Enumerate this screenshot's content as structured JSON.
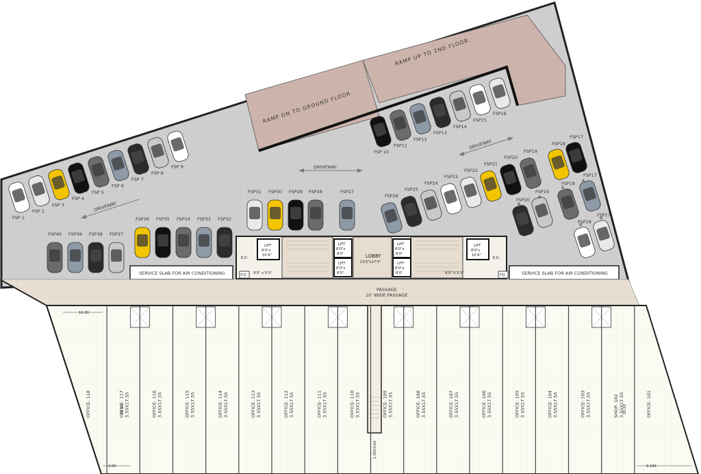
{
  "ramps": {
    "ramp_down": "RAMP DN TO GROUND FLOOR",
    "ramp_up": "RAMP UP TO 2ND FLOOR"
  },
  "driveways": [
    "DRIVEWAY",
    "DRIVEWAY",
    "DRIVEWAY"
  ],
  "parking": {
    "row_left_top": [
      "FSP 1",
      "FSP 2",
      "FSP 3",
      "FSP 4",
      "FSP 5",
      "FSP 6",
      "FSP 7",
      "FSP 8",
      "FSP 9"
    ],
    "row_ramp": [
      "FSP 10",
      "FSP11",
      "FSP12",
      "FSP13",
      "FSP14",
      "FSP15",
      "FSP16"
    ],
    "row_center_upper": [
      "FSP31",
      "FSP30",
      "FSP29",
      "FSP28",
      "FSP27"
    ],
    "row_left_lower": [
      "FSP36",
      "FSP35",
      "FSP34",
      "FSP33",
      "FSP32"
    ],
    "row_far_left": [
      "FSP40",
      "FSP39",
      "FSP38",
      "FSP37"
    ],
    "row_right_center": [
      "FSP26",
      "FSP25",
      "FSP24",
      "FSP23",
      "FSP22",
      "FSP21",
      "FSP20",
      "FSP19"
    ],
    "right_cluster": [
      "FSP18",
      "FSP17",
      "FSP18",
      "FSP17",
      "FSP20",
      "FSP19",
      "FSP18",
      "FSP17"
    ],
    "tandem_marks": [
      "A",
      "A",
      "A",
      "A",
      "B",
      "B"
    ]
  },
  "core": {
    "lift_left": "LIFT",
    "lift_left_size": "8'0\"x",
    "lift_left_size2": "10'4\"",
    "lift_center_a": "LIFT",
    "lift_center_a_size": "8'0\"x",
    "lift_center_a_size2": "8'0\"",
    "lift_center_b": "LIFT",
    "lift_center_b_size": "8'0\"x",
    "lift_center_b_size2": "8'0\"",
    "lift_right_a": "LIFT",
    "lift_right_a_size": "8'0\"x",
    "lift_right_a_size2": "8'0\"",
    "lift_right_b": "LIFT",
    "lift_right_b_size": "8'0\"x",
    "lift_right_b_size2": "8'0\"",
    "lift_far_right": "LIFT",
    "lift_far_right_size": "8'0\"x",
    "lift_far_right_size2": "10'4\"",
    "lobby": "LOBBY",
    "lobby_size": "13'5\"x17'5\"",
    "stair_left_size": "9'0\" x 5'3\"",
    "stair_right_size": "9'0\" X 5'3\"",
    "ed_left": "E.D",
    "ed_right": "E.D",
    "fd_left": "F.D",
    "fd_right": "F.D"
  },
  "service_slab_left": "SERVICE SLAB FOR AIR CONDITIONING",
  "service_slab_right": "SERVICE SLAB FOR AIR CONDITIONING",
  "passage": "PASSAGE",
  "passage_width": "10' WIDE PASSAGE",
  "dimensions": {
    "top_left": "10.30",
    "left_depth": "20.20",
    "right_depth": "20.20",
    "bottom_left": "3.60",
    "bottom_right": "9.246",
    "corridor": "1.95X4.60"
  },
  "offices": [
    {
      "name": "OFFICE- 118",
      "size": ""
    },
    {
      "name": "OFFICE- 117",
      "size": "3.55X17.55"
    },
    {
      "name": "OFFICE- 116",
      "size": "3.55X17.55"
    },
    {
      "name": "OFFICE- 115",
      "size": "3.55X17.55"
    },
    {
      "name": "OFFICE- 114",
      "size": "3.55X17.55"
    },
    {
      "name": "OFFICE- 113",
      "size": "3.55X17.55"
    },
    {
      "name": "OFFICE- 112",
      "size": "3.55X17.55"
    },
    {
      "name": "OFFICE- 111",
      "size": "3.55X17.55"
    },
    {
      "name": "OFFICE- 110",
      "size": "3.55X17.55"
    },
    {
      "name": "OFFICE- 109",
      "size": "3.55X17.55"
    },
    {
      "name": "OFFICE- 108",
      "size": "3.55X17.55"
    },
    {
      "name": "OFFICE- 107",
      "size": "3.55X17.55"
    },
    {
      "name": "OFFICE- 106",
      "size": "3.55X17.55"
    },
    {
      "name": "OFFICE- 105",
      "size": "3.55X17.55"
    },
    {
      "name": "OFFICE- 104",
      "size": "3.55X17.55"
    },
    {
      "name": "OFFICE- 103",
      "size": "3.55X17.55"
    },
    {
      "name": "SHOP- 102",
      "size": "3.55X17.55"
    },
    {
      "name": "OFFICE- 101",
      "size": ""
    }
  ],
  "colors": {
    "parking_floor": "#cfcfcf",
    "ramp": "#cdb5ae",
    "passage": "#e6ddd0",
    "office_floor": "#fbfbf3",
    "wall": "#222222"
  }
}
